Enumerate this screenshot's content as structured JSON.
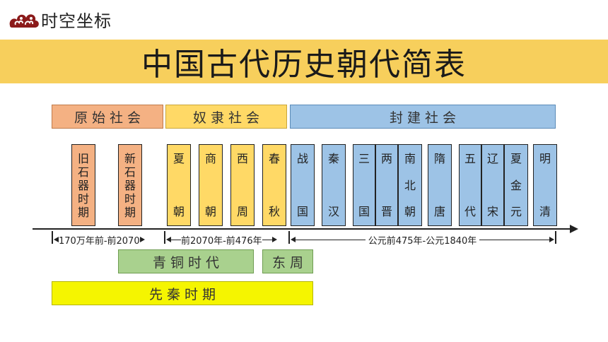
{
  "header": {
    "label": "时空坐标",
    "logo_icon": "cloud-scroll-icon"
  },
  "title": "中国古代历史朝代简表",
  "colors": {
    "banner": "#f7cf5c",
    "primitive": "#f4b183",
    "slavery": "#ffd966",
    "feudal": "#9dc3e6",
    "bronze": "#a9d18e",
    "preqin": "#f5f500"
  },
  "eras": {
    "primitive": "原 始 社 会",
    "slavery": "奴   隶   社   会",
    "feudal": "封          建          社          会"
  },
  "periods": {
    "paleolithic": [
      "旧",
      "石",
      "器",
      "时",
      "期"
    ],
    "neolithic": [
      "新",
      "石",
      "器",
      "时",
      "期"
    ],
    "xia": [
      "夏",
      "朝"
    ],
    "shang": [
      "商",
      "朝"
    ],
    "western_zhou": [
      "西",
      "周"
    ],
    "spring_autumn": [
      "春",
      "秋"
    ],
    "warring_states": [
      "战",
      "国"
    ],
    "qin_han": [
      "秦",
      "汉"
    ],
    "three_kingdoms": [
      "三",
      "国"
    ],
    "two_jin": [
      "两",
      "晋"
    ],
    "nan_bei": [
      "南",
      "北",
      "朝"
    ],
    "sui_tang": [
      "隋",
      "唐"
    ],
    "five_dynasties": [
      "五",
      "代"
    ],
    "liao_song": [
      "辽",
      "宋"
    ],
    "xia_jin_yuan": [
      "夏",
      "金",
      "元"
    ],
    "ming_qing": [
      "明",
      "清"
    ]
  },
  "timeline": {
    "range1": "170万年前-前2070",
    "range2": "前2070年-前476年",
    "range3": "公元前475年-公元1840年"
  },
  "bronze_age": "青   铜   时   代",
  "eastern_zhou": "东 周",
  "pre_qin": "先          秦          时          期"
}
